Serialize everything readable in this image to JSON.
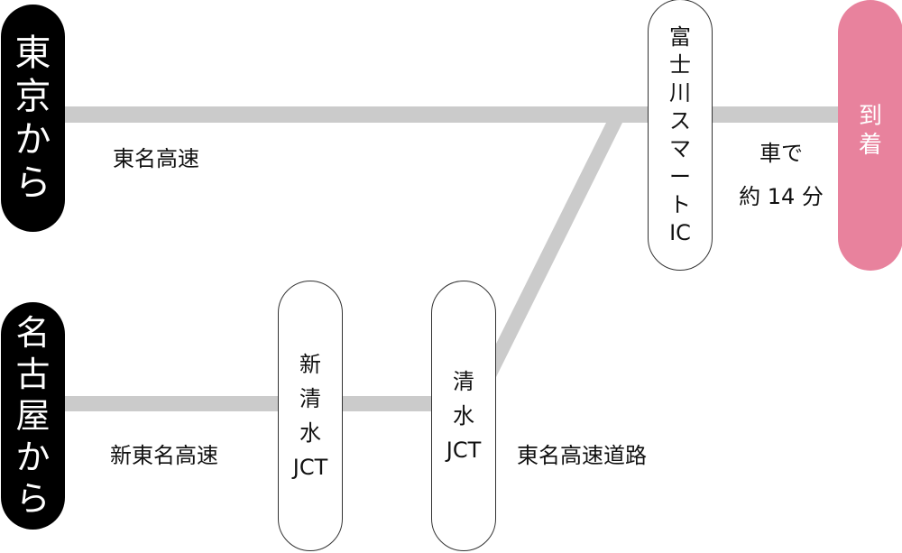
{
  "colors": {
    "road": "#cbcbcb",
    "origin_bg": "#000000",
    "destination_bg": "#e8829d",
    "node_border": "#333333"
  },
  "origins": {
    "tokyo": {
      "label": "東\n京\nか\nら"
    },
    "nagoya": {
      "label": "名\n古\n屋\nか\nら"
    }
  },
  "nodes": {
    "shin_shimizu_jct": {
      "label": "新\n清\n水\nJCT"
    },
    "shimizu_jct": {
      "label": "清\n水\nJCT"
    },
    "fujikawa_smart_ic": {
      "label": "富\n士\n川\nス\nマ\nー\nト\nIC"
    }
  },
  "destination": {
    "label": "到\n着"
  },
  "roads": {
    "tomei_top": "東名高速",
    "shin_tomei": "新東名高速",
    "tomei_expressway": "東名高速道路"
  },
  "drive_time": {
    "label": "車で\n約 14 分"
  }
}
